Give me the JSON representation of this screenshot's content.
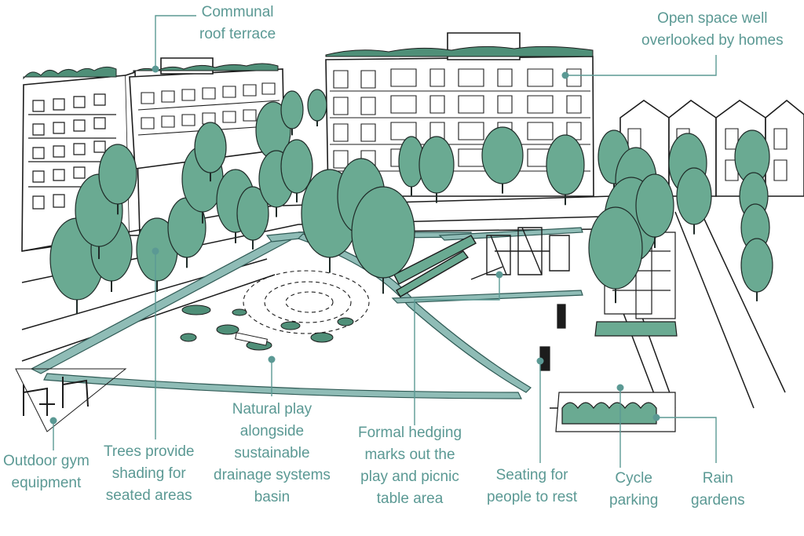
{
  "colors": {
    "accent": "#5b9994",
    "tree": "#6aaa92",
    "tree_stroke": "#1f2b28",
    "ink": "#1c1c1c",
    "path": "#8fbcb6",
    "path_edge": "#2f5a55"
  },
  "labels": {
    "roof_terrace": [
      "Communal",
      "roof terrace"
    ],
    "open_space": [
      "Open space well",
      "overlooked by homes"
    ],
    "gym": [
      "Outdoor gym",
      "equipment"
    ],
    "trees": [
      "Trees provide",
      "shading for",
      "seated areas"
    ],
    "natural_play": [
      "Natural play",
      "alongside",
      "sustainable",
      "drainage systems",
      "basin"
    ],
    "hedging": [
      "Formal hedging",
      "marks out the",
      "play and picnic",
      "table area"
    ],
    "seating": [
      "Seating for",
      "people to rest"
    ],
    "cycle": [
      "Cycle",
      "parking"
    ],
    "rain": [
      "Rain",
      "gardens"
    ]
  }
}
